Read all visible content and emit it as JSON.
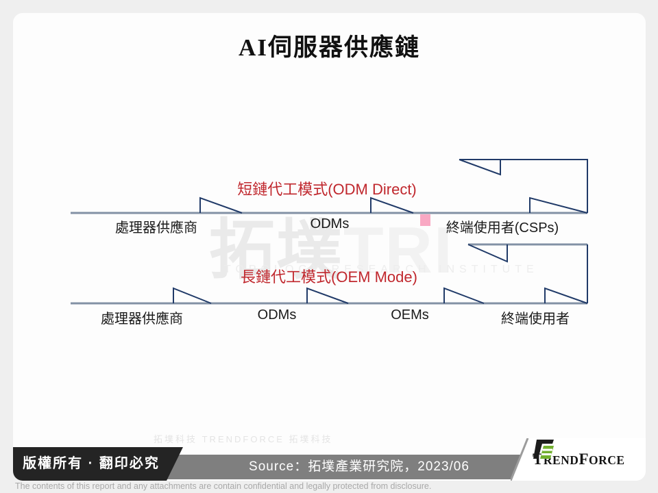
{
  "slide": {
    "title": "AI伺服器供應鏈",
    "watermark": {
      "cjk": "拓墣",
      "latin": "TRI",
      "subline": "TOPOLOGY RESEARCH INSTITUTE",
      "footer_row": "拓墣科技 TRENDFORCE 拓墣科技"
    },
    "diagrams": [
      {
        "label": "短鏈代工模式(ODM Direct)",
        "nodes": [
          "處理器供應商",
          "ODMs",
          "終端使用者(CSPs)"
        ]
      },
      {
        "label": "長鏈代工模式(OEM Mode)",
        "nodes": [
          "處理器供應商",
          "ODMs",
          "OEMs",
          "終端使用者"
        ]
      }
    ]
  },
  "footer": {
    "copyright": "版權所有 · 翻印必究",
    "source": "Source：拓墣產業研究院，2023/06",
    "disclaimer": "The contents of this report and any attachments are contain confidential and legally protected from disclosure.",
    "logo": {
      "part1": "T",
      "part2": "REND",
      "part3": "F",
      "part4": "ORCE"
    }
  },
  "colors": {
    "accent_red": "#C0272D",
    "line_gray_blue": "#8291A5",
    "flag_navy": "#203A68",
    "pink_marker": "#F9A8C3",
    "logo_green": "#72B02E",
    "footer_black": "#242424",
    "footer_gray": "#7F7F7F"
  }
}
